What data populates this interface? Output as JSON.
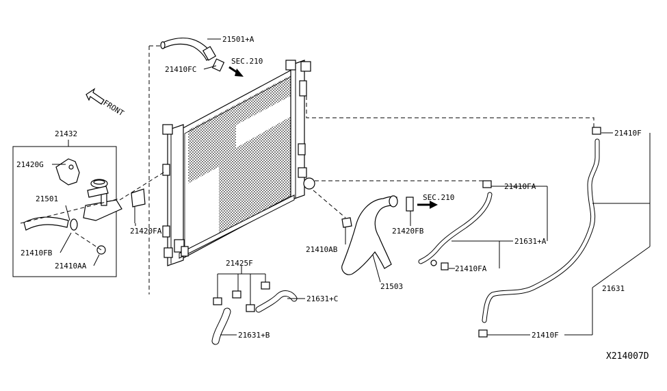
{
  "labels": {
    "p21501A": "21501+A",
    "p21410FC": "21410FC",
    "sec210_top": "SEC.210",
    "front": "FRONT",
    "p21432": "21432",
    "p21420G": "21420G",
    "p21501": "21501",
    "p21410FB": "21410FB",
    "p21410AA": "21410AA",
    "p21420FA": "21420FA",
    "p21425F": "21425F",
    "p21631C": "21631+C",
    "p21631B": "21631+B",
    "p21410AB": "21410AB",
    "p21503": "21503",
    "sec210_mid": "SEC.210",
    "p21420FB": "21420FB",
    "p21410FA_top": "21410FA",
    "p21631A": "21631+A",
    "p21410FA_bot": "21410FA",
    "p21410F_top": "21410F",
    "p21631": "21631",
    "p21410F_bot": "21410F",
    "diagram_id": "X214007D"
  }
}
